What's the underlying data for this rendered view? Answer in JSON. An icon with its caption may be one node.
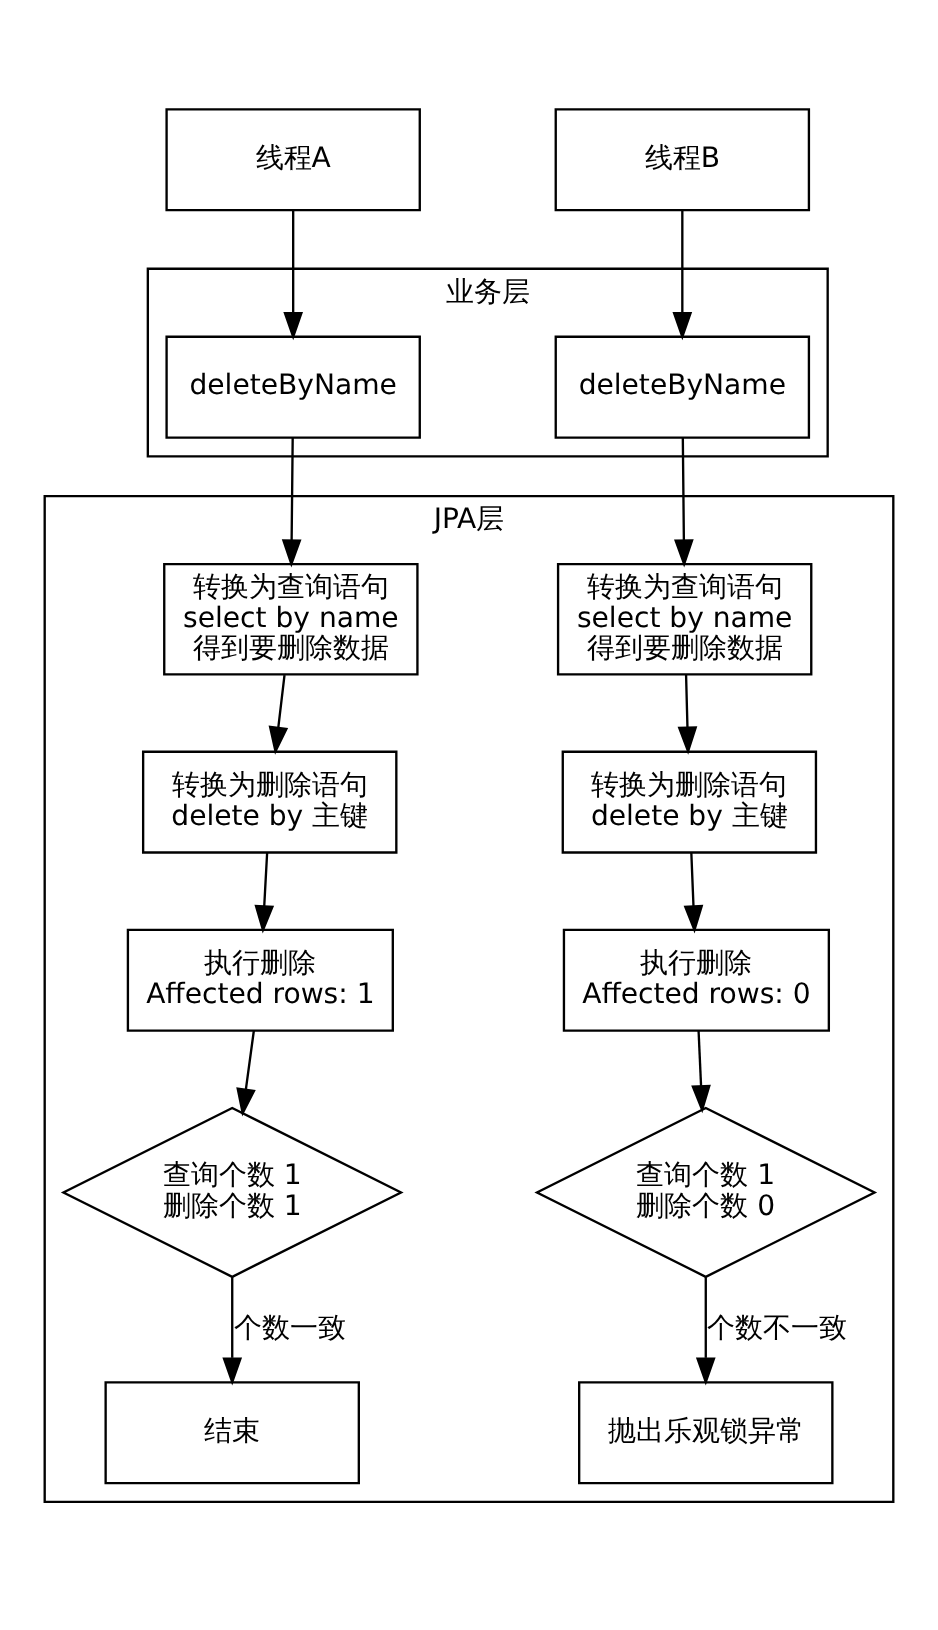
{
  "diagram": {
    "nodes": [
      {
        "text": [
          "线程A"
        ]
      },
      {
        "text": [
          "线程B"
        ]
      },
      {
        "text": [
          "业务层"
        ]
      },
      {
        "text": [
          "deleteByName"
        ],
        "in": 2
      },
      {
        "text": [
          "deleteByName"
        ],
        "in": 2
      },
      {
        "text": [
          "JPA层"
        ]
      },
      {
        "text": [
          "转换为查询语句 select by name 得到要删除数据"
        ],
        "in": 5
      },
      {
        "text": [
          "转换为查询语句 select by name 得到要删除数据"
        ],
        "in": 5
      },
      {
        "text": [
          "转换为删除语句 delete by 主键"
        ],
        "in": 5
      },
      {
        "text": [
          "转换为删除语句 delete by 主键"
        ],
        "in": 5
      },
      {
        "text": [
          "执行删除 Affected rows: 1"
        ],
        "in": 5
      },
      {
        "text": [
          "执行删除 Affected rows: 0"
        ],
        "in": 5
      },
      {
        "text": [
          "查询个数 1 删除个数 1"
        ],
        "in": 5
      },
      {
        "text": [
          "查询个数 1 删除个数 0"
        ],
        "in": 5
      },
      {
        "text": [
          "结束"
        ],
        "in": 5
      },
      {
        "text": [
          "抛出乐观锁异常"
        ],
        "in": 5
      }
    ],
    "edges": [
      {
        "from": 0,
        "to": 3,
        "arrow": "to"
      },
      {
        "from": 1,
        "to": 4,
        "arrow": "to"
      },
      {
        "from": 3,
        "to": 6,
        "arrow": "to"
      },
      {
        "from": 4,
        "to": 7,
        "arrow": "to"
      },
      {
        "from": 6,
        "to": 8,
        "arrow": "to"
      },
      {
        "from": 7,
        "to": 9,
        "arrow": "to"
      },
      {
        "from": 8,
        "to": 10,
        "arrow": "to"
      },
      {
        "from": 9,
        "to": 11,
        "arrow": "to"
      },
      {
        "from": 10,
        "to": 12,
        "arrow": "to"
      },
      {
        "from": 11,
        "to": 13,
        "arrow": "to"
      },
      {
        "from": 12,
        "to": 14,
        "arrow": "to",
        "label": "个数一致"
      },
      {
        "from": 13,
        "to": 15,
        "arrow": "to",
        "label": "个数不一致"
      }
    ]
  }
}
